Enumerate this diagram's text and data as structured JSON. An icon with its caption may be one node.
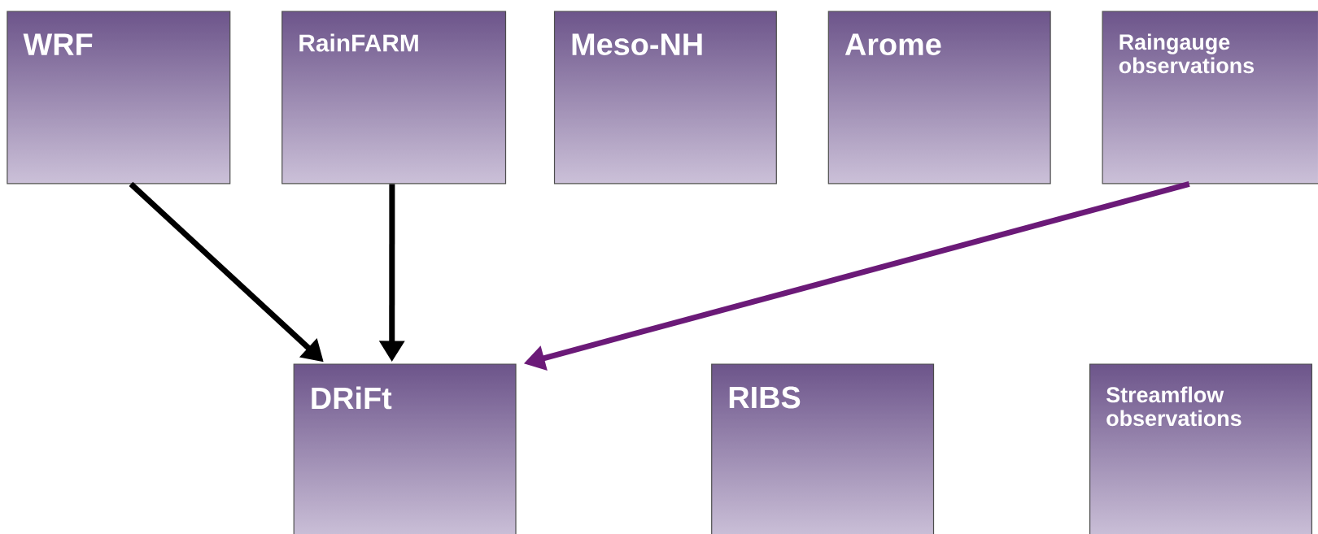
{
  "diagram": {
    "nodes": [
      {
        "text": [
          "WRF"
        ]
      },
      {
        "text": [
          "RainFARM"
        ]
      },
      {
        "text": [
          "Meso-NH"
        ]
      },
      {
        "text": [
          "Arome"
        ]
      },
      {
        "text": [
          "Raingauge observations"
        ]
      },
      {
        "text": [
          "DRiFt"
        ]
      },
      {
        "text": [
          "RIBS"
        ]
      },
      {
        "text": [
          "Streamflow observations"
        ]
      }
    ],
    "edges": [
      {
        "from": 0,
        "to": 5,
        "arrow": "to"
      },
      {
        "from": 1,
        "to": 5,
        "arrow": "to"
      },
      {
        "from": 4,
        "to": 5,
        "arrow": "to",
        "color": "#6b1a78"
      }
    ]
  }
}
